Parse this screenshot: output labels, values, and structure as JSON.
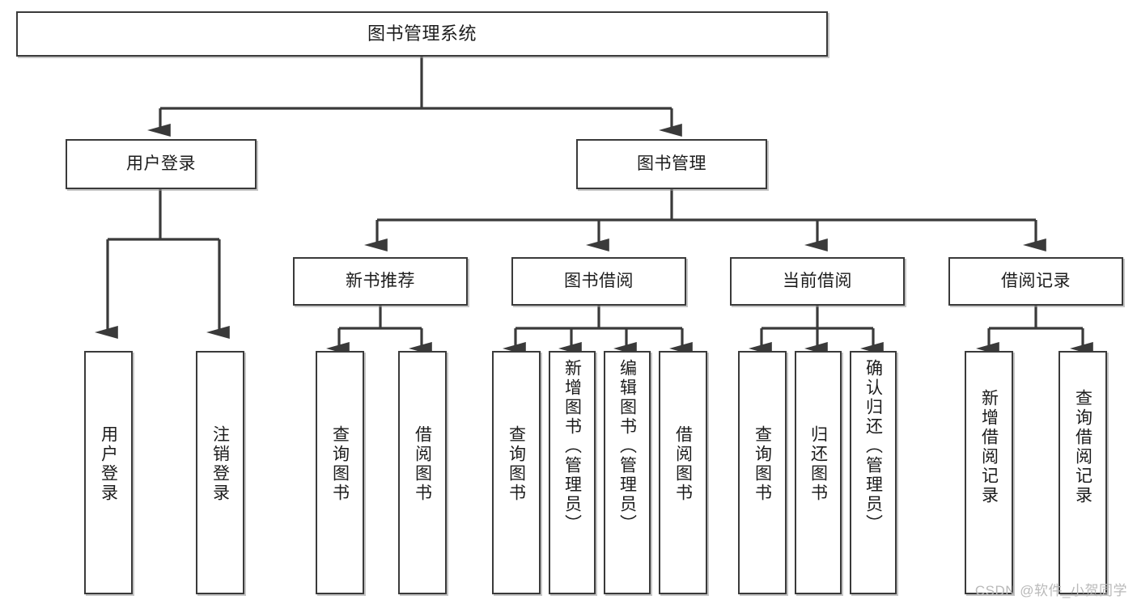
{
  "diagram": {
    "title": "图书管理系统",
    "type": "hierarchy-tree",
    "watermark": "CSDN @软件_小贺同学",
    "colors": {
      "background": "#ffffff",
      "node_border": "#3a3a3a",
      "node_fill": "#ffffff",
      "connector": "#3a3a3a",
      "text": "#1c1c1c",
      "watermark": "#b9b9b9"
    },
    "nodes": {
      "root": {
        "label": "图书管理系统",
        "level": 0
      },
      "level1": [
        {
          "id": "user-login",
          "label": "用户登录"
        },
        {
          "id": "book-manage",
          "label": "图书管理"
        }
      ],
      "level2": [
        {
          "id": "new-book-recommend",
          "label": "新书推荐",
          "parent": "book-manage"
        },
        {
          "id": "book-borrow",
          "label": "图书借阅",
          "parent": "book-manage"
        },
        {
          "id": "current-borrow",
          "label": "当前借阅",
          "parent": "book-manage"
        },
        {
          "id": "borrow-record",
          "label": "借阅记录",
          "parent": "book-manage"
        }
      ],
      "leaves": [
        {
          "id": "leaf-user-login",
          "label": "用户登录",
          "parent": "user-login"
        },
        {
          "id": "leaf-logout",
          "label": "注销登录",
          "parent": "user-login"
        },
        {
          "id": "leaf-query-book-1",
          "label": "查询图书",
          "parent": "new-book-recommend"
        },
        {
          "id": "leaf-borrow-book-1",
          "label": "借阅图书",
          "parent": "new-book-recommend"
        },
        {
          "id": "leaf-query-book-2",
          "label": "查询图书",
          "parent": "book-borrow"
        },
        {
          "id": "leaf-add-book",
          "label": "新增图书（管理员）",
          "parent": "book-borrow"
        },
        {
          "id": "leaf-edit-book",
          "label": "编辑图书（管理员）",
          "parent": "book-borrow"
        },
        {
          "id": "leaf-borrow-book-2",
          "label": "借阅图书",
          "parent": "book-borrow"
        },
        {
          "id": "leaf-query-book-3",
          "label": "查询图书",
          "parent": "current-borrow"
        },
        {
          "id": "leaf-return-book",
          "label": "归还图书",
          "parent": "current-borrow"
        },
        {
          "id": "leaf-confirm-return",
          "label": "确认归还（管理员）",
          "parent": "current-borrow"
        },
        {
          "id": "leaf-add-record",
          "label": "新增借阅记录",
          "parent": "borrow-record"
        },
        {
          "id": "leaf-query-record",
          "label": "查询借阅记录",
          "parent": "borrow-record"
        }
      ]
    }
  }
}
